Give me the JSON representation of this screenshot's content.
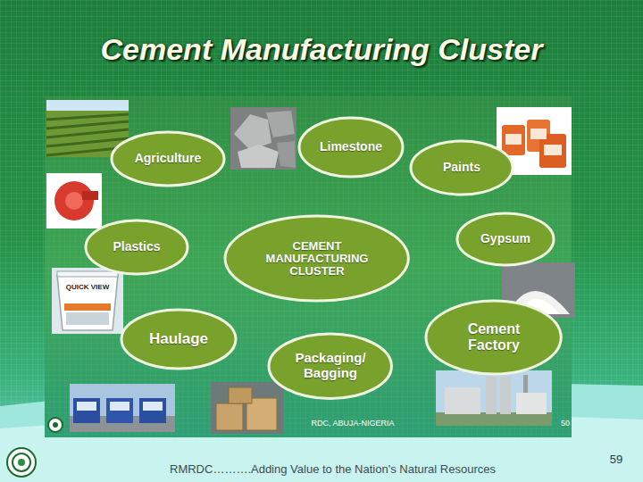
{
  "diagram": {
    "title": "Cement Manufacturing Cluster",
    "nodes": [
      {
        "text": [
          "Limestone"
        ]
      },
      {
        "text": [
          "Agriculture"
        ]
      },
      {
        "text": [
          "Paints"
        ]
      },
      {
        "text": [
          "Gypsum"
        ]
      },
      {
        "text": [
          "Plastics"
        ]
      },
      {
        "text": [
          "CEMENT MANUFACTURING CLUSTER"
        ]
      },
      {
        "text": [
          "Haulage"
        ]
      },
      {
        "text": [
          "Cement Factory"
        ]
      },
      {
        "text": [
          "Packaging/ Bagging"
        ]
      }
    ],
    "labels": [
      "QUICK VIEW",
      "RDC, ABUJA-NIGERIA",
      "50",
      "RMRDC……….Adding Value to the Nation's Natural Resources",
      "59"
    ]
  }
}
